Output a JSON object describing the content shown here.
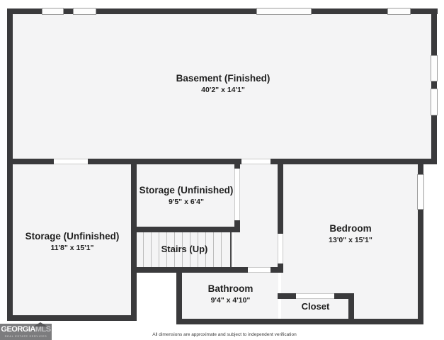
{
  "plan": {
    "rooms": {
      "basement": {
        "label": "Basement (Finished)",
        "dims": "40'2\" x 14'1\""
      },
      "storage_mid": {
        "label": "Storage (Unfinished)",
        "dims": "9'5\" x 6'4\""
      },
      "storage_left": {
        "label": "Storage (Unfinished)",
        "dims": "11'8\" x 15'1\""
      },
      "stairs": {
        "label": "Stairs (Up)"
      },
      "bathroom": {
        "label": "Bathroom",
        "dims": "9'4\" x 4'10\""
      },
      "bedroom": {
        "label": "Bedroom",
        "dims": "13'0\" x 15'1\""
      },
      "closet": {
        "label": "Closet"
      }
    }
  },
  "branding": {
    "logo_primary": "GEORGIA",
    "logo_secondary": "MLS",
    "logo_tagline": "REAL ESTATE SERVICES"
  },
  "footer": {
    "disclaimer": "All dimensions are approximate and subject to independent verification"
  },
  "colors": {
    "wall": "#3a3a3c",
    "room_fill": "#f4f4f5",
    "background": "#ffffff",
    "logo_background": "#7c7c7e",
    "text": "#1f1f1f"
  }
}
